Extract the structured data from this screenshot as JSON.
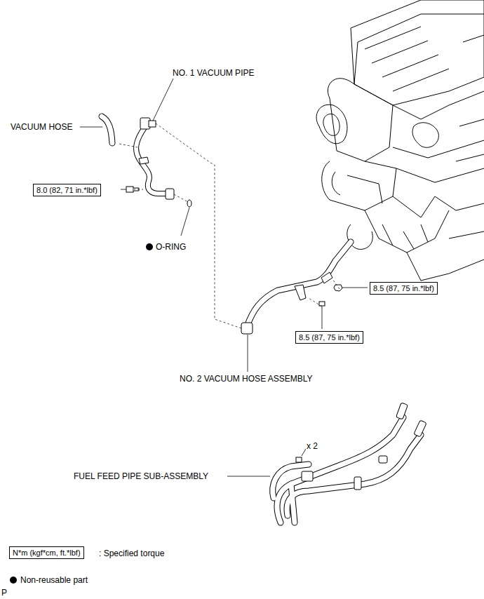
{
  "diagram": {
    "nodes": [
      {
        "text": [
          "8.0 (82, 71 in.*lbf)"
        ]
      },
      {
        "text": [
          "8.5 (87, 75 in.*lbf)"
        ]
      },
      {
        "text": [
          "8.5 (87, 75 in.*lbf)"
        ]
      },
      {
        "text": [
          "N*m (kgf*cm, ft.*lbf)"
        ]
      }
    ],
    "labels": [
      "NO. 1 VACUUM PIPE",
      "VACUUM HOSE",
      "O-RING",
      "NO. 2 VACUUM HOSE ASSEMBLY",
      "FUEL FEED PIPE SUB-ASSEMBLY",
      "x 2",
      "P"
    ],
    "legend": [
      {
        "text": ": Specified torque"
      },
      {
        "text": "Non-reusable part"
      }
    ]
  }
}
